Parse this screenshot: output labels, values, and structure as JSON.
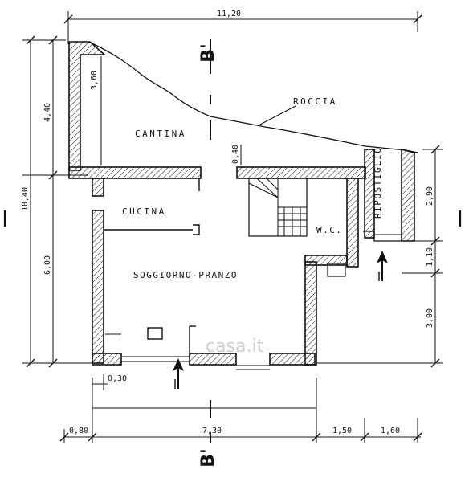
{
  "rooms": {
    "cantina": "CANTINA",
    "cucina": "CUCINA",
    "soggiorno": "SOGGIORNO-PRANZO",
    "wc": "W.C.",
    "ripostiglio": "RIPOSTIGLIO",
    "roccia": "ROCCIA"
  },
  "section_marks": {
    "top": "B'",
    "bottom": "B'"
  },
  "dims": {
    "top_total": "11,20",
    "left_total": "10,40",
    "left_upper": "4,40",
    "left_lower": "6,00",
    "inner_wall_height": "3,60",
    "step": "0,40",
    "right_upper": "2,90",
    "right_mid": "1,10",
    "right_lower": "3,00",
    "bottom_a": "0,80",
    "bottom_b": "7,30",
    "bottom_c": "1,50",
    "bottom_d": "1,60",
    "wall_thickness": "0,30"
  },
  "watermark": "casa.it"
}
